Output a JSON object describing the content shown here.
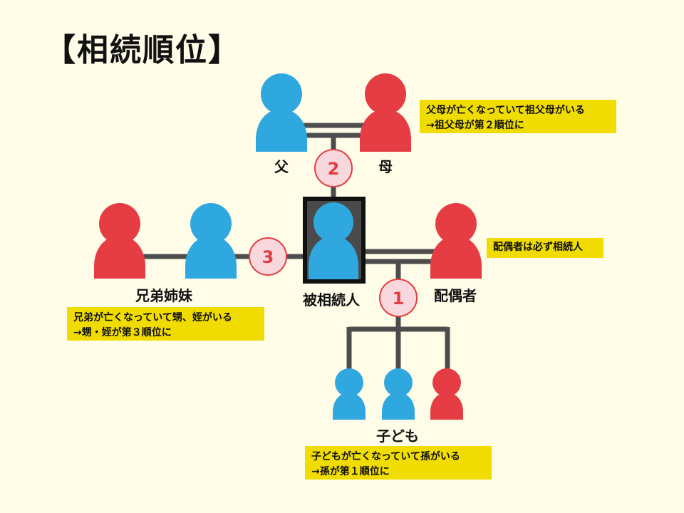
{
  "title": "【相続順位】",
  "colors": {
    "background": "#fffde8",
    "male": "#2fa8e0",
    "female": "#e63c44",
    "line": "#4d4d4d",
    "note_bg": "#f0dc00",
    "rank_circle_bg": "#f8d8dc",
    "rank_circle_text": "#e63c44",
    "deceased_frame": "#111111"
  },
  "persons": {
    "father": {
      "label": "父"
    },
    "mother": {
      "label": "母"
    },
    "deceased": {
      "label": "被相続人"
    },
    "spouse": {
      "label": "配偶者"
    },
    "siblings": {
      "label": "兄弟姉妹"
    },
    "children": {
      "label": "子ども"
    }
  },
  "ranks": {
    "first": "1",
    "second": "2",
    "third": "3"
  },
  "notes": {
    "parents": {
      "line1": "父母が亡くなっていて祖父母がいる",
      "line2": "→祖父母が第２順位に"
    },
    "spouse": {
      "line1": "配偶者は必ず相続人"
    },
    "siblings": {
      "line1": "兄弟が亡くなっていて甥、姪がいる",
      "line2": "→甥・姪が第３順位に"
    },
    "children": {
      "line1": "子どもが亡くなっていて孫がいる",
      "line2": "→孫が第１順位に"
    }
  }
}
